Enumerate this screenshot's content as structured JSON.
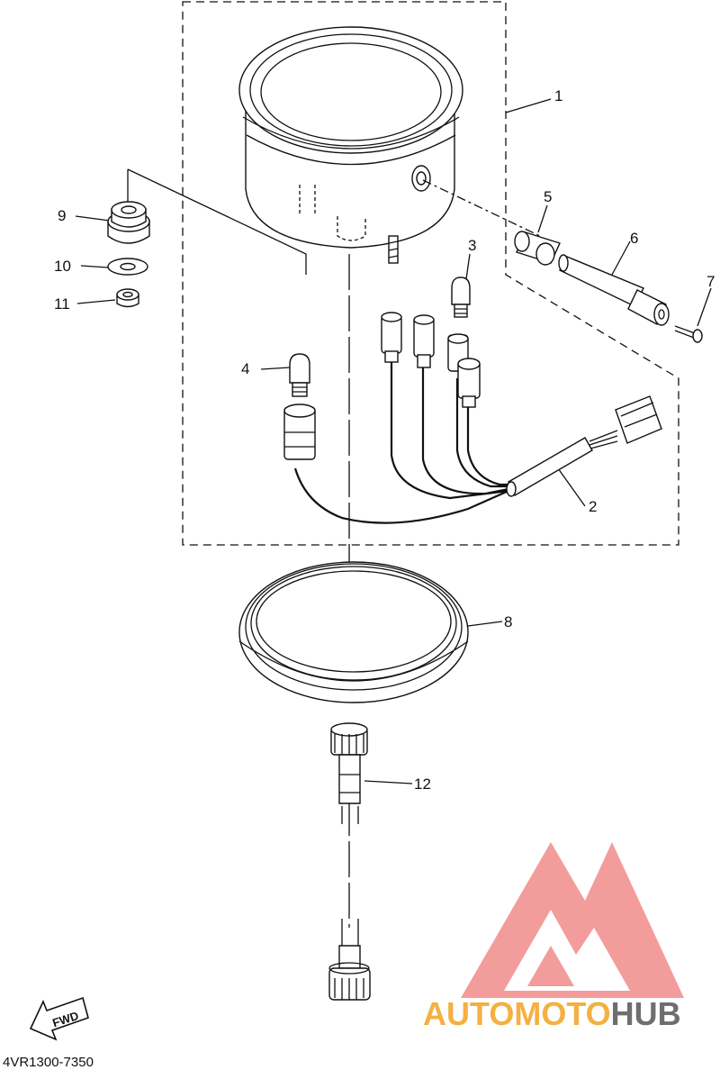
{
  "diagram": {
    "callouts": [
      {
        "id": "1",
        "text": "1"
      },
      {
        "id": "2",
        "text": "2"
      },
      {
        "id": "3",
        "text": "3"
      },
      {
        "id": "4",
        "text": "4"
      },
      {
        "id": "5",
        "text": "5"
      },
      {
        "id": "6",
        "text": "6"
      },
      {
        "id": "7",
        "text": "7"
      },
      {
        "id": "8",
        "text": "8"
      },
      {
        "id": "9",
        "text": "9"
      },
      {
        "id": "10",
        "text": "10"
      },
      {
        "id": "11",
        "text": "11"
      },
      {
        "id": "12",
        "text": "12"
      }
    ],
    "fwd_label": "FWD",
    "drawing_code": "4VR1300-7350"
  },
  "watermark": {
    "brand_part1": "AUTOMOTO",
    "brand_part2": "HUB",
    "colors": {
      "part1": "#f5b041",
      "part2": "#6e6e6e",
      "logo": "#f28b8b"
    }
  }
}
